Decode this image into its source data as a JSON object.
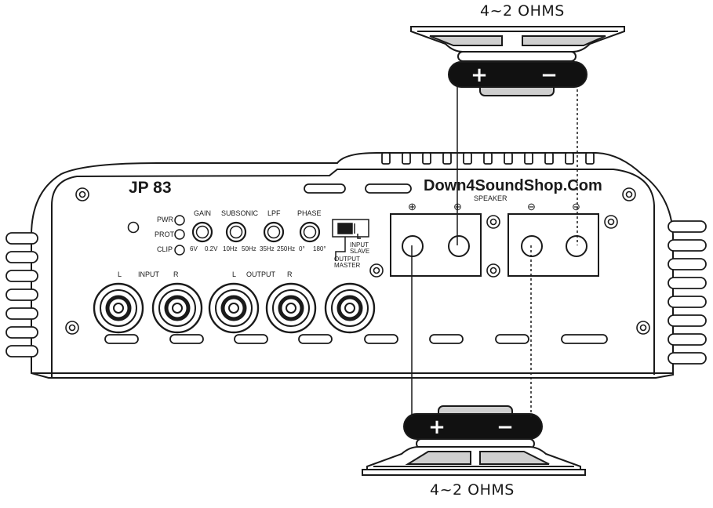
{
  "diagram": {
    "top_impedance": "4~2 OHMS",
    "bottom_impedance": "4~2 OHMS",
    "model": "JP 83",
    "watermark": "Down4SoundShop.Com",
    "speaker_label": "SPEAKER",
    "indicators": [
      "PWR",
      "PROT",
      "CLIP"
    ],
    "controls": [
      {
        "name": "GAIN",
        "min": "6V",
        "max": "0.2V"
      },
      {
        "name": "SUBSONIC",
        "min": "10Hz",
        "max": "50Hz"
      },
      {
        "name": "LPF",
        "min": "35Hz",
        "max": "250Hz"
      },
      {
        "name": "PHASE",
        "min": "0°",
        "max": "180°"
      }
    ],
    "switch": {
      "slave": "INPUT\nSLAVE",
      "master": "OUTPUT\nMASTER"
    },
    "input": {
      "label": "INPUT",
      "left": "L",
      "right": "R"
    },
    "output": {
      "label": "OUTPUT",
      "left": "L",
      "right": "R"
    },
    "top_speaker_terminals": {
      "positive": "+",
      "negative": "−"
    },
    "bottom_speaker_terminals": {
      "positive": "+",
      "negative": "−"
    },
    "terminal_symbols": {
      "positive": "⊕",
      "negative": "⊖"
    },
    "colors": {
      "line": "#1a1a1a",
      "fill": "#ffffff",
      "terminal_bar": "#111111",
      "shade": "#cfcfcf"
    }
  }
}
